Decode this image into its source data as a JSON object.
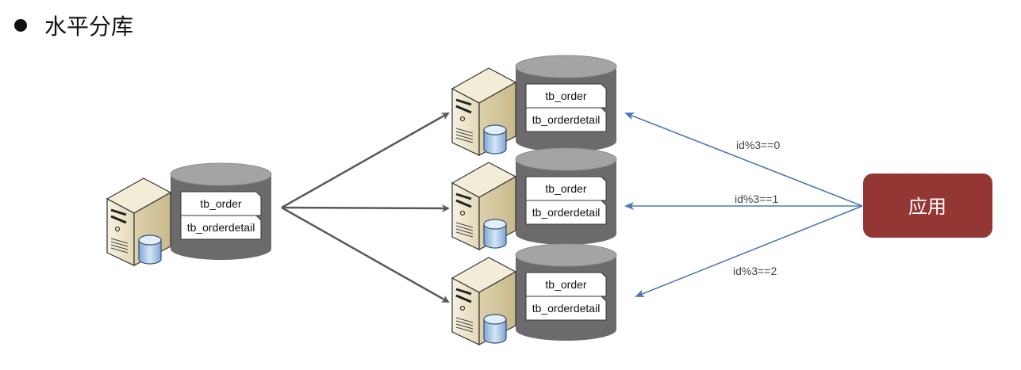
{
  "header": {
    "bullet_icon": "filled-circle-bullet",
    "title": "水平分库"
  },
  "colors": {
    "db_body": "#6d6a6e",
    "db_top": "#a5a3a6",
    "forward_arrow": "#595959",
    "route_arrow": "#4a7ab5",
    "app_box": "#943634",
    "server_body": "#efe7cf",
    "mini_db": "#a9c8e8"
  },
  "source": {
    "name": "source-database",
    "icon": "server-icon",
    "tables": [
      "tb_order",
      "tb_orderdetail"
    ]
  },
  "shards": [
    {
      "name": "shard-0",
      "icon": "server-icon",
      "tables": [
        "tb_order",
        "tb_orderdetail"
      ],
      "rule": "id%3==0"
    },
    {
      "name": "shard-1",
      "icon": "server-icon",
      "tables": [
        "tb_order",
        "tb_orderdetail"
      ],
      "rule": "id%3==1"
    },
    {
      "name": "shard-2",
      "icon": "server-icon",
      "tables": [
        "tb_order",
        "tb_orderdetail"
      ],
      "rule": "id%3==2"
    }
  ],
  "application": {
    "label": "应用"
  }
}
